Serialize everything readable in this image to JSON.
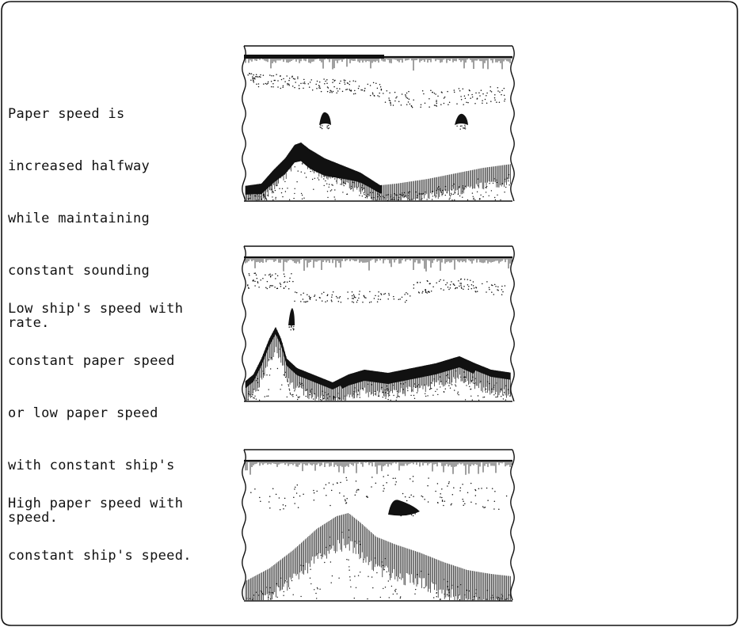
{
  "figure": {
    "panels": [
      {
        "caption_lines": [
          "Paper speed is",
          "increased halfway",
          "while maintaining",
          "constant sounding",
          "rate."
        ]
      },
      {
        "caption_lines": [
          "Low ship's speed with",
          "constant paper speed",
          "or low paper speed",
          "with constant ship's",
          "speed."
        ]
      },
      {
        "caption_lines": [
          "High paper speed with",
          "constant ship's speed."
        ]
      }
    ]
  },
  "colors": {
    "ink": "#111111",
    "paper": "#ffffff"
  }
}
